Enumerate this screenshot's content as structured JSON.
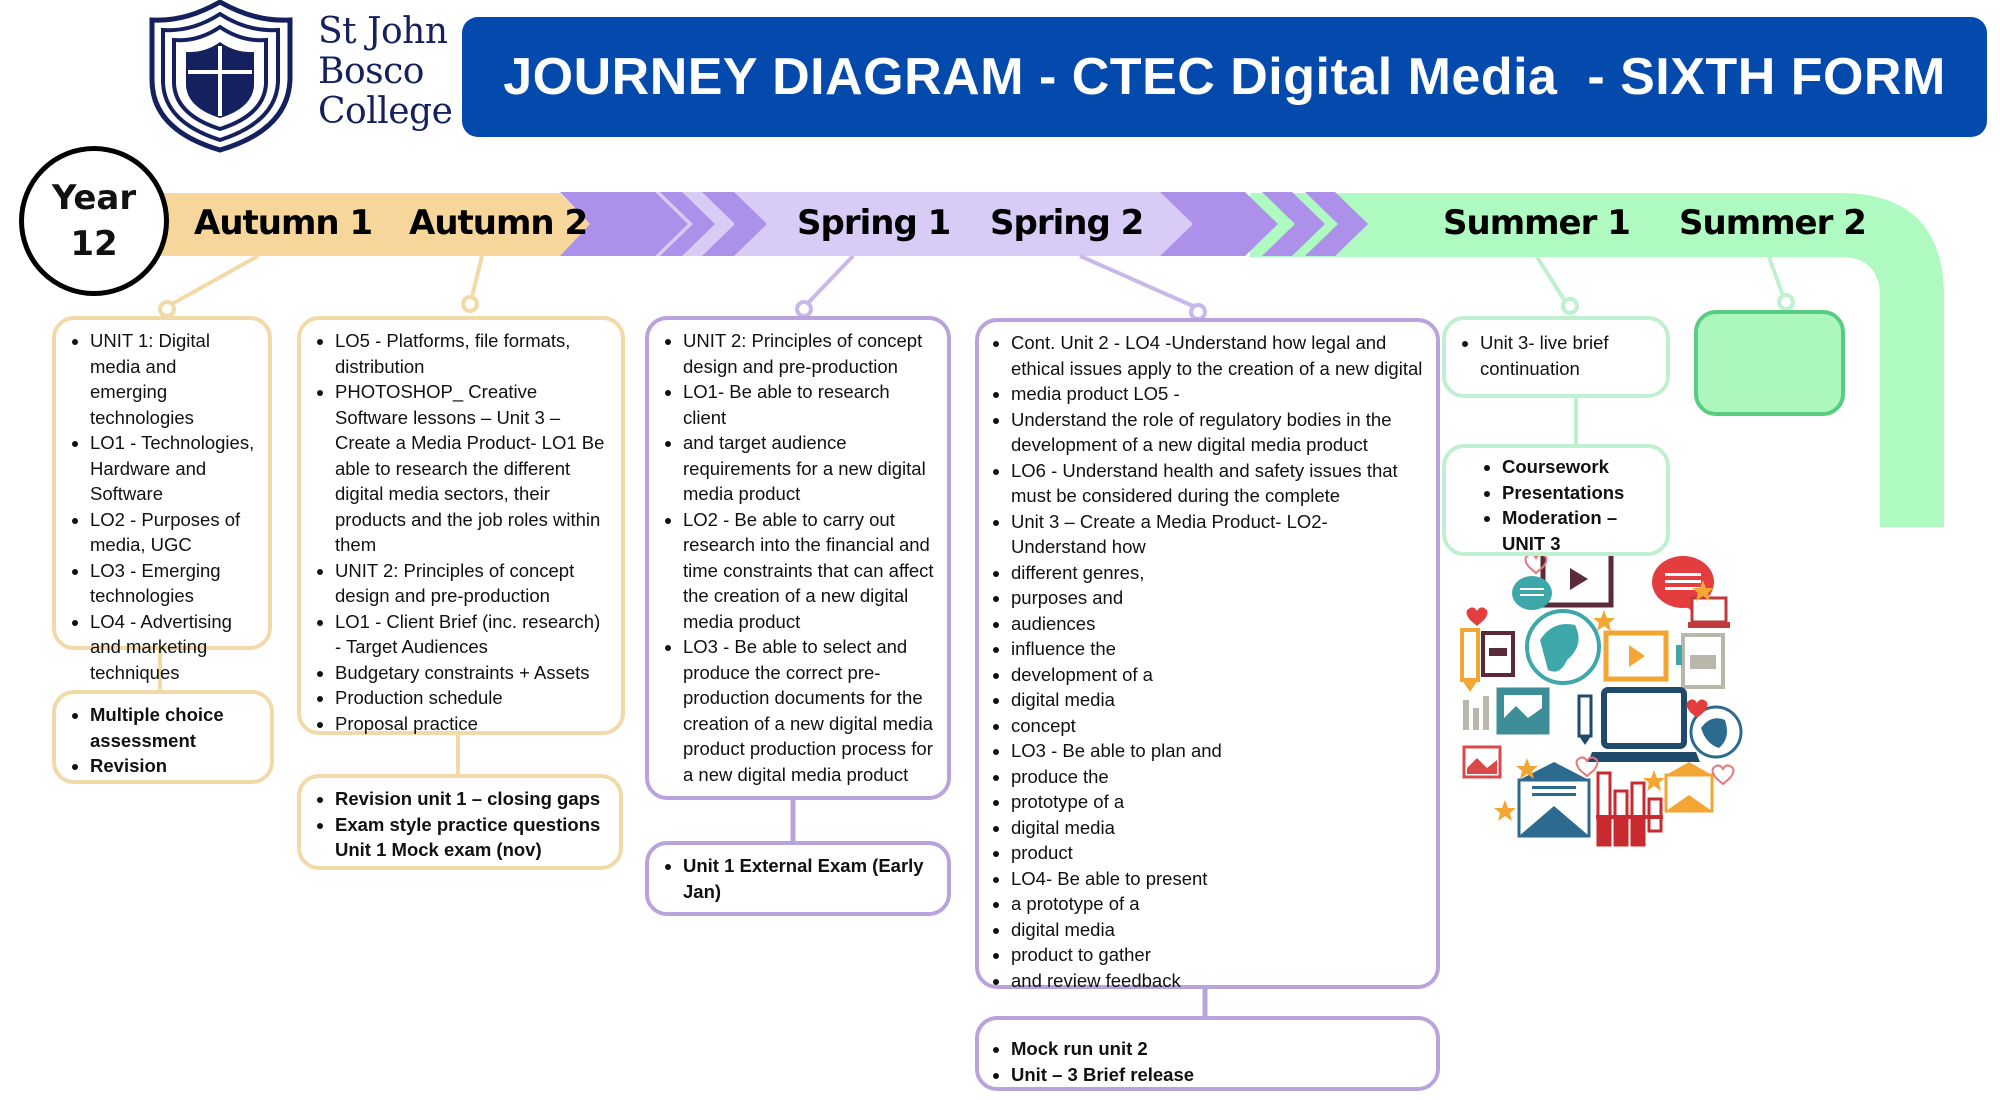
{
  "logo": {
    "name_lines": [
      "St John",
      "Bosco",
      "College"
    ]
  },
  "header": {
    "title": "JOURNEY DIAGRAM - CTEC Digital Media  - SIXTH FORM"
  },
  "year_badge": {
    "line1": "Year",
    "line2": "12"
  },
  "colors": {
    "title_bg": "#044aad",
    "autumn": "#f6d69a",
    "spring_light": "#d8cbf5",
    "spring_dark": "#ac90ea",
    "summer": "#aefac0",
    "logo_navy": "#14215e"
  },
  "terms": [
    {
      "label": "Autumn 1"
    },
    {
      "label": "Autumn 2"
    },
    {
      "label": "Spring 1"
    },
    {
      "label": "Spring 2"
    },
    {
      "label": "Summer 1"
    },
    {
      "label": "Summer 2"
    }
  ],
  "autumn1": {
    "content": [
      "UNIT 1: Digital media and emerging technologies",
      "LO1 - Technologies, Hardware and Software",
      "LO2 - Purposes of media, UGC",
      "LO3 - Emerging technologies",
      "LO4 - Advertising and marketing techniques"
    ],
    "assessment": [
      "Multiple choice assessment",
      "Revision"
    ]
  },
  "autumn2": {
    "content": [
      "LO5 - Platforms, file formats, distribution",
      "PHOTOSHOP_ Creative Software lessons – Unit 3 – Create a Media Product- LO1 Be able to research the different digital media sectors, their products and the job roles within them",
      "UNIT 2: Principles of concept design and pre-production",
      "LO1 - Client Brief (inc. research) - Target Audiences",
      "Budgetary constraints + Assets",
      "Production schedule",
      "Proposal practice"
    ],
    "assessment": [
      "Revision unit 1 – closing gaps",
      "Exam style practice questions"
    ],
    "assessment_extra": "Unit 1 Mock exam (nov)"
  },
  "spring1": {
    "content": [
      "UNIT 2: Principles of concept design and pre-production",
      "LO1-     Be able to research client",
      "and target audience requirements for a new digital media product",
      "LO2 - Be able to carry out research into the financial and time constraints that can affect the creation of a new digital media product",
      "LO3 - Be able to select and produce the correct pre-production documents for the creation of a new digital media product production process for a new digital media product"
    ],
    "assessment": [
      "Unit 1 External Exam (Early Jan)"
    ]
  },
  "spring2": {
    "content": [
      "Cont. Unit 2 - LO4 -Understand how legal and ethical issues apply to the creation of a new digital",
      "media product LO5 -",
      "Understand the role of regulatory bodies in the development of a new digital media product",
      "LO6 -   Understand health and safety issues that must be considered during the complete",
      " Unit 3 – Create a Media Product- LO2- Understand how",
      "different genres,",
      "purposes and",
      "audiences",
      "influence the",
      "development of a",
      "digital media",
      "concept",
      "LO3 - Be able to plan and",
      "produce the",
      "prototype of a",
      "digital media",
      "product",
      "LO4- Be able to present",
      "a prototype of a",
      "digital media",
      "product to gather",
      "and review feedback"
    ],
    "assessment": [
      "Mock run unit 2",
      "Unit – 3 Brief release"
    ]
  },
  "summer1": {
    "content": [
      "Unit 3- live brief continuation"
    ],
    "assessment": [
      "Coursework",
      "Presentations",
      "Moderation – UNIT 3"
    ]
  },
  "summer2": {
    "content": []
  },
  "illustration": {
    "description": "digital media icons collage"
  }
}
